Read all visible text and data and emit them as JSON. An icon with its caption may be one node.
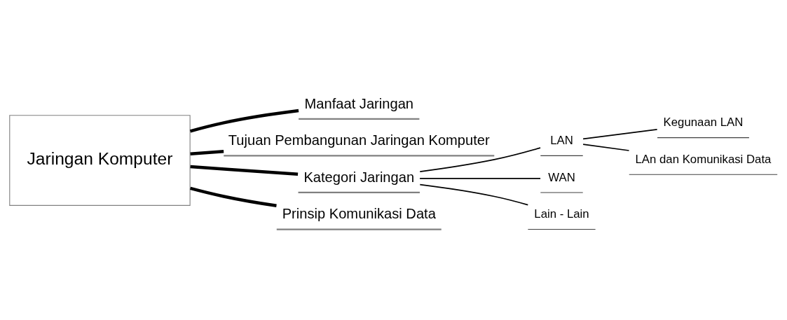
{
  "diagram": {
    "nodes": [
      {
        "text": [
          "Jaringan Komputer"
        ]
      },
      {
        "text": [
          "Manfaat Jaringan"
        ]
      },
      {
        "text": [
          "Tujuan Pembangunan Jaringan Komputer"
        ]
      },
      {
        "text": [
          "Kategori Jaringan"
        ]
      },
      {
        "text": [
          "Prinsip Komunikasi Data"
        ]
      },
      {
        "text": [
          "LAN"
        ]
      },
      {
        "text": [
          "Kegunaan LAN"
        ]
      },
      {
        "text": [
          "LAn dan Komunikasi Data"
        ]
      },
      {
        "text": [
          "WAN"
        ]
      },
      {
        "text": [
          "Lain - Lain"
        ]
      }
    ],
    "edges": [
      {
        "from": 0,
        "to": 1,
        "arrow": "none",
        "style": "thick"
      },
      {
        "from": 0,
        "to": 2,
        "arrow": "none",
        "style": "thick"
      },
      {
        "from": 0,
        "to": 3,
        "arrow": "none",
        "style": "thick"
      },
      {
        "from": 0,
        "to": 4,
        "arrow": "none",
        "style": "thick"
      },
      {
        "from": 3,
        "to": 5,
        "arrow": "none"
      },
      {
        "from": 5,
        "to": 6,
        "arrow": "none"
      },
      {
        "from": 5,
        "to": 7,
        "arrow": "none"
      },
      {
        "from": 3,
        "to": 8,
        "arrow": "none"
      },
      {
        "from": 3,
        "to": 9,
        "arrow": "none"
      }
    ]
  }
}
